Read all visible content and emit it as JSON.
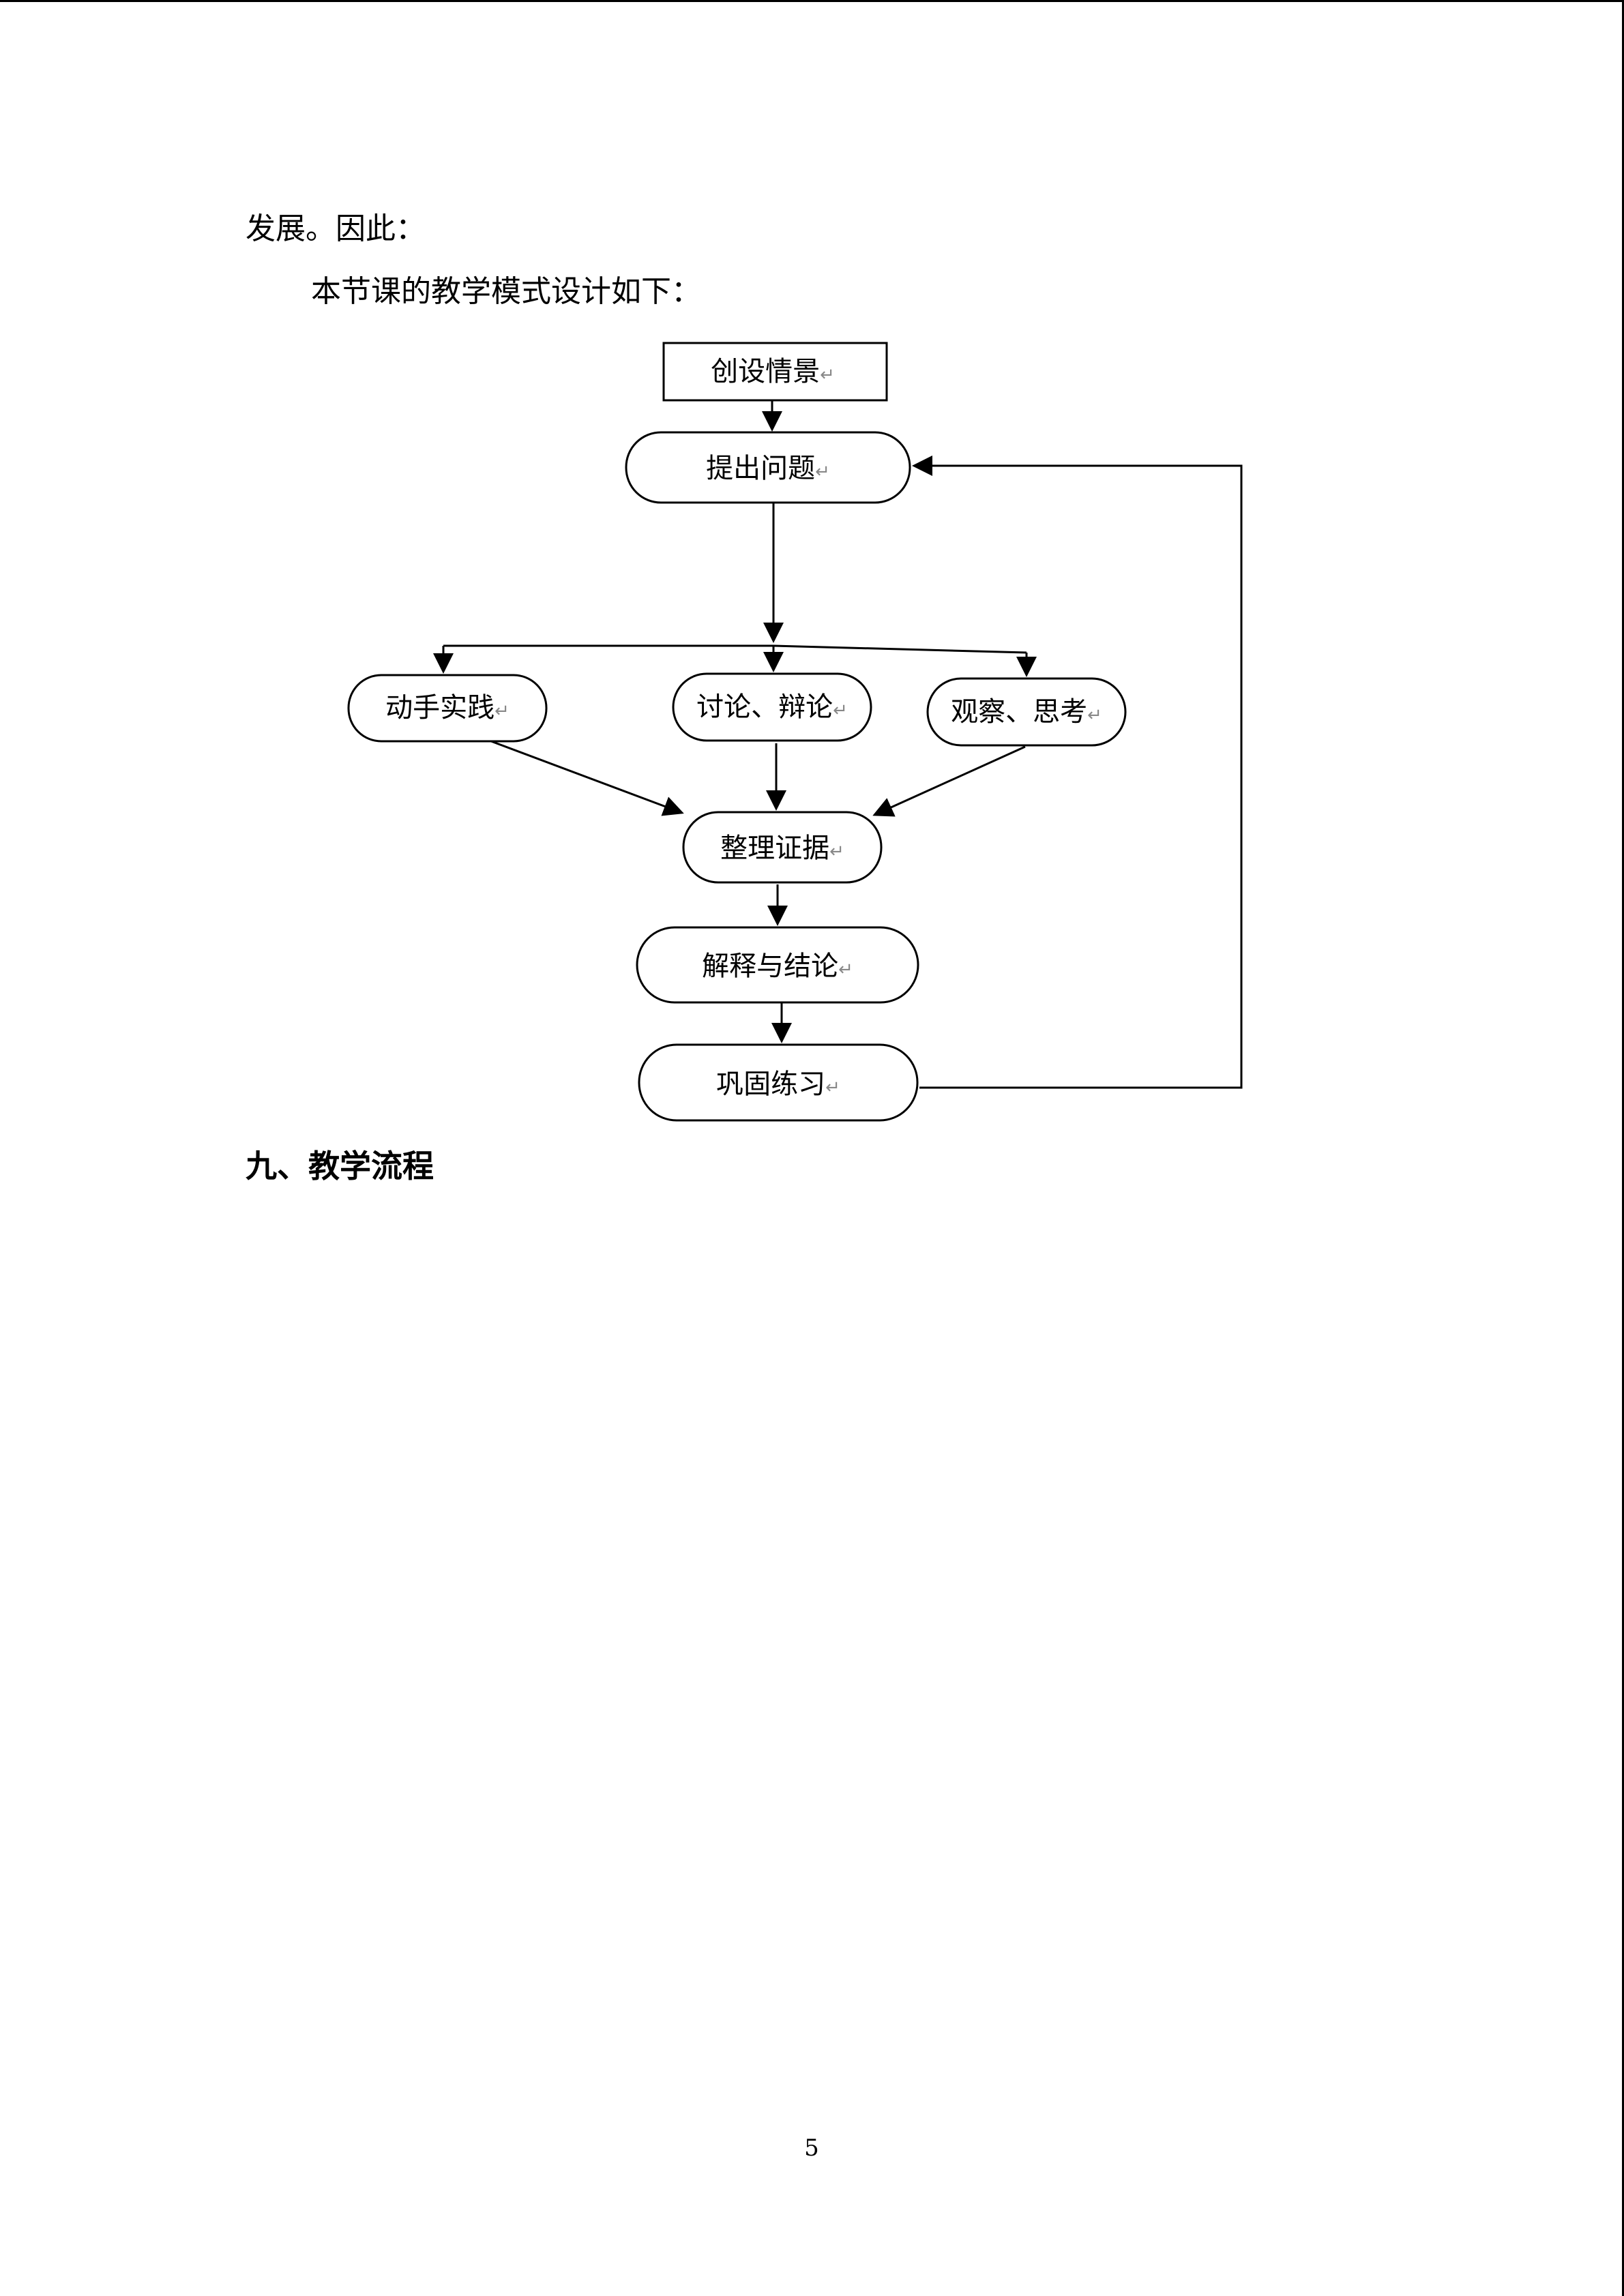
{
  "paragraphs": {
    "line1": "发展。因此：",
    "line2": "本节课的教学模式设计如下："
  },
  "flowchart": {
    "return_mark": "↵",
    "nodes": {
      "create_scenario": "创设情景",
      "raise_question": "提出问题",
      "hands_on": "动手实践",
      "discuss_debate": "讨论、辩论",
      "observe_think": "观察、思考",
      "organize_evidence": "整理证据",
      "explain_conclude": "解释与结论",
      "consolidate_practice": "巩固练习"
    }
  },
  "section_heading": "九、教学流程",
  "page_number": "5"
}
